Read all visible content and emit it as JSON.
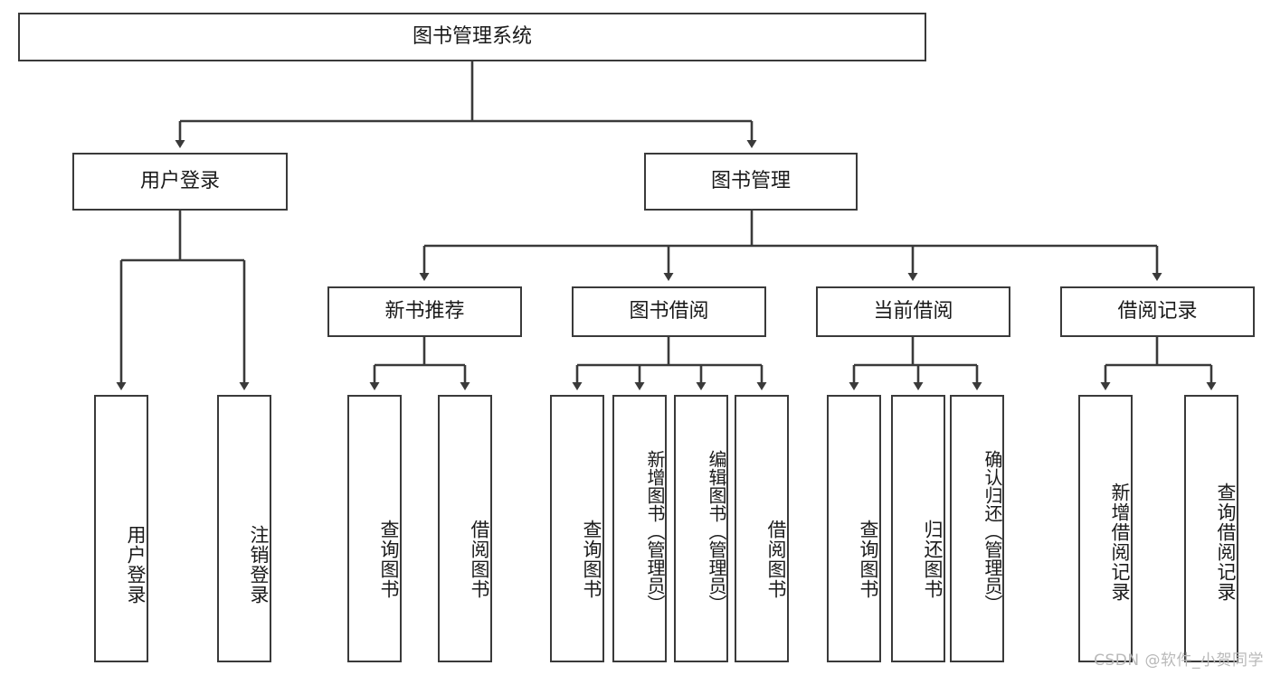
{
  "diagram": {
    "title": "图书管理系统",
    "watermark": "CSDN @软件_小贺同学",
    "root": {
      "label": "图书管理系统"
    },
    "level2": [
      {
        "label": "用户登录"
      },
      {
        "label": "图书管理"
      }
    ],
    "level3": [
      {
        "label": "新书推荐"
      },
      {
        "label": "图书借阅"
      },
      {
        "label": "当前借阅"
      },
      {
        "label": "借阅记录"
      }
    ],
    "leaves": {
      "user_login": [
        {
          "label": "用户登录"
        },
        {
          "label": "注销登录"
        }
      ],
      "new_book_recommend": [
        {
          "label": "查询图书"
        },
        {
          "label": "借阅图书"
        }
      ],
      "book_borrow": [
        {
          "label": "查询图书"
        },
        {
          "label": "新增图书（管理员）"
        },
        {
          "label": "编辑图书（管理员）"
        },
        {
          "label": "借阅图书"
        }
      ],
      "current_borrow": [
        {
          "label": "查询图书"
        },
        {
          "label": "归还图书"
        },
        {
          "label": "确认归还（管理员）"
        }
      ],
      "borrow_record": [
        {
          "label": "新增借阅记录"
        },
        {
          "label": "查询借阅记录"
        }
      ]
    },
    "colors": {
      "stroke": "#3a3a3a",
      "text": "#1a1a1a",
      "background": "#ffffff",
      "watermark": "#b9b9b9"
    }
  }
}
